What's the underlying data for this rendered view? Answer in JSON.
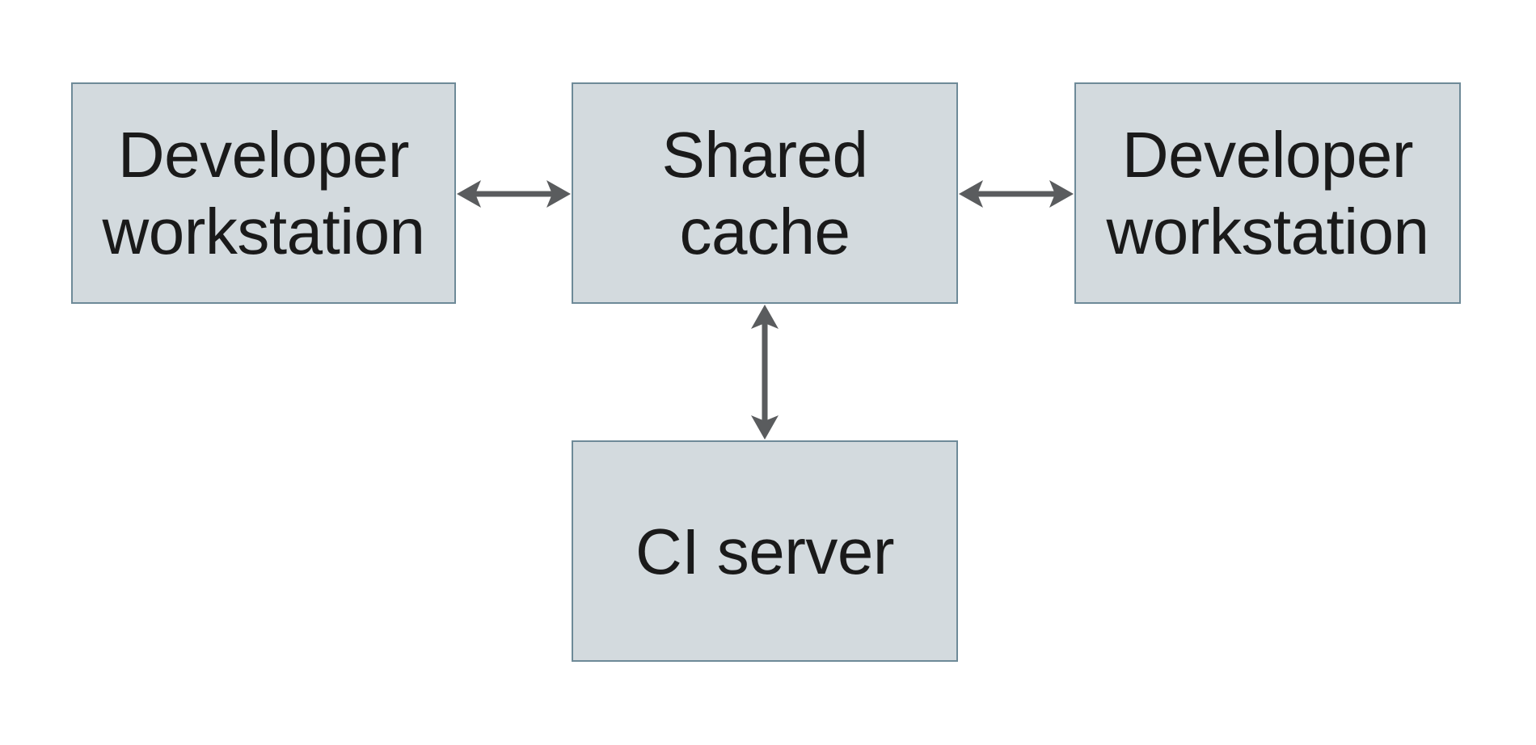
{
  "diagram": {
    "description": "Shared cache topology: two developer workstations and a CI server exchanging data with a shared cache",
    "background_color": "#ffffff",
    "node_fill_color": "#d3dade",
    "node_border_color": "#6e8a98",
    "arrow_color": "#5a5c5e",
    "text_color": "#1a1a1a",
    "nodes": [
      {
        "id": "developer-workstation-left",
        "label": "Developer\nworkstation"
      },
      {
        "id": "shared-cache",
        "label": "Shared\ncache"
      },
      {
        "id": "developer-workstation-right",
        "label": "Developer\nworkstation"
      },
      {
        "id": "ci-server",
        "label": "CI server"
      }
    ],
    "edges": [
      {
        "from": "developer-workstation-left",
        "to": "shared-cache",
        "type": "bidirectional"
      },
      {
        "from": "shared-cache",
        "to": "developer-workstation-right",
        "type": "bidirectional"
      },
      {
        "from": "shared-cache",
        "to": "ci-server",
        "type": "bidirectional"
      }
    ]
  }
}
